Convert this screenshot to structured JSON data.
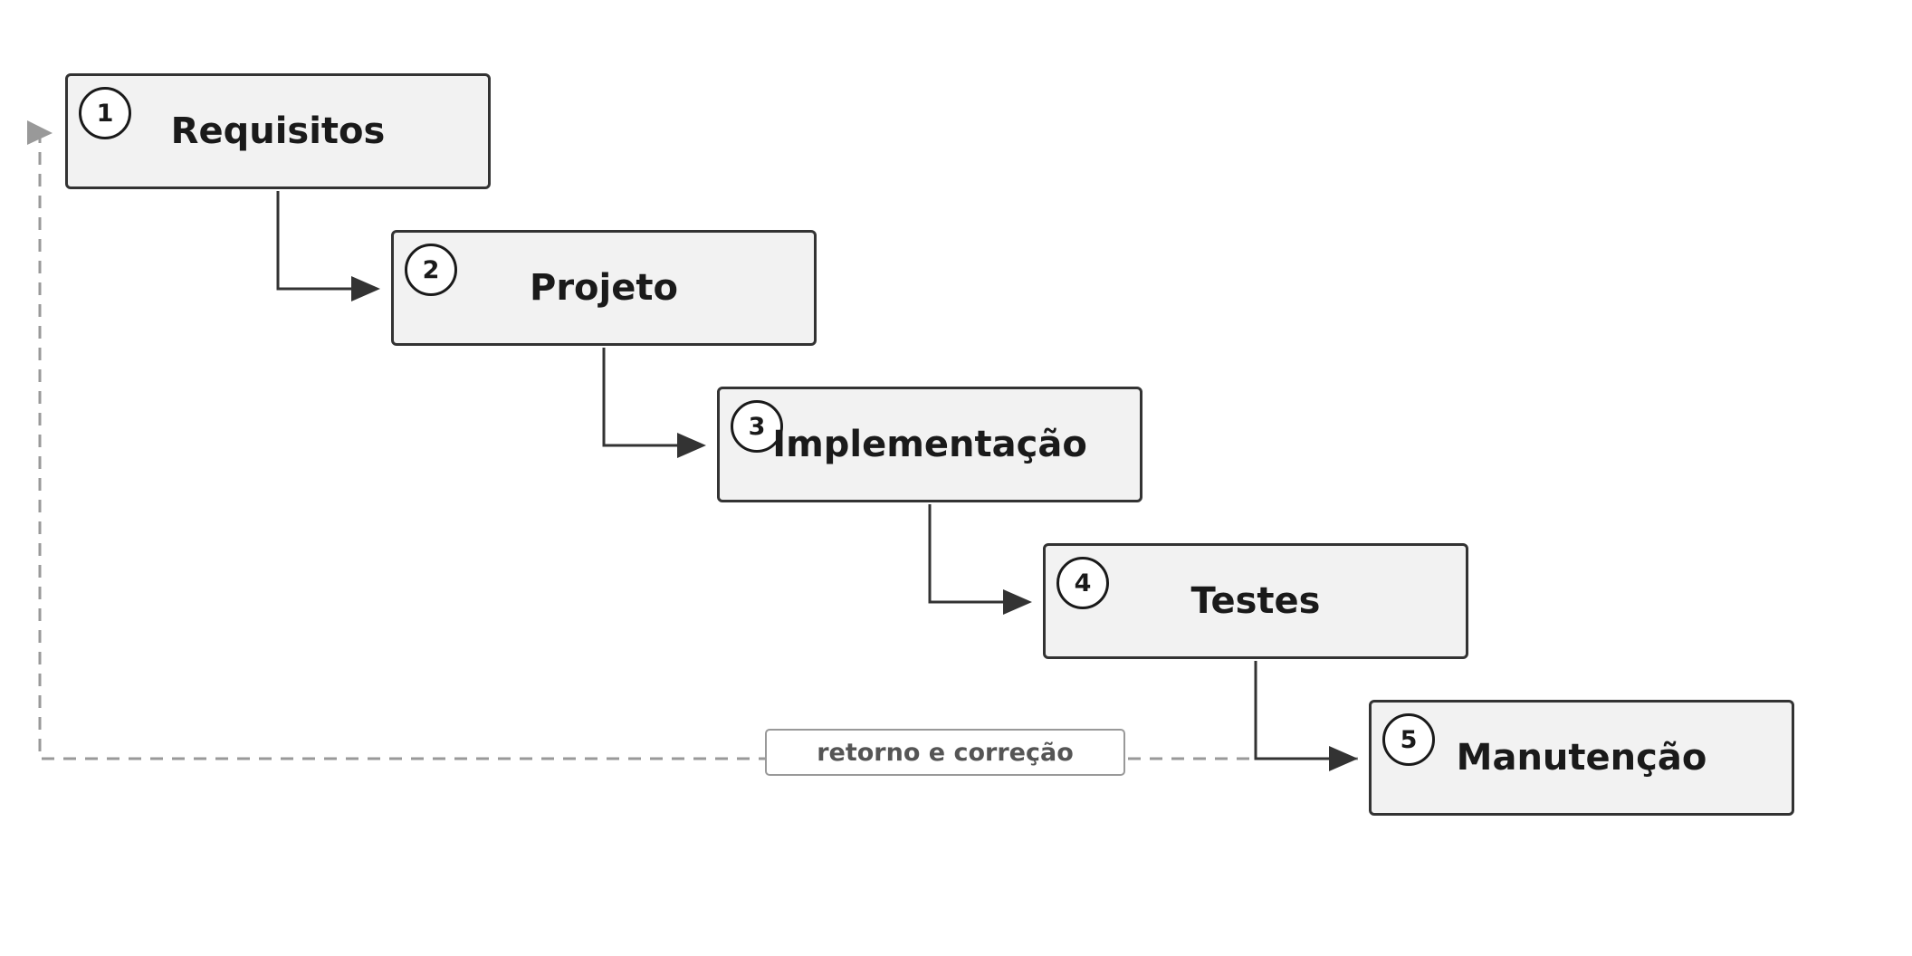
{
  "steps": [
    {
      "number": "1",
      "label": "Requisitos"
    },
    {
      "number": "2",
      "label": "Projeto"
    },
    {
      "number": "3",
      "label": "Implementação"
    },
    {
      "number": "4",
      "label": "Testes"
    },
    {
      "number": "5",
      "label": "Manutenção"
    }
  ],
  "feedback": {
    "label": "retorno e correção"
  },
  "colors": {
    "box_fill": "#f2f2f2",
    "box_border": "#333333",
    "arrow": "#333333",
    "feedback_line": "#999999",
    "feedback_text": "#555555"
  }
}
